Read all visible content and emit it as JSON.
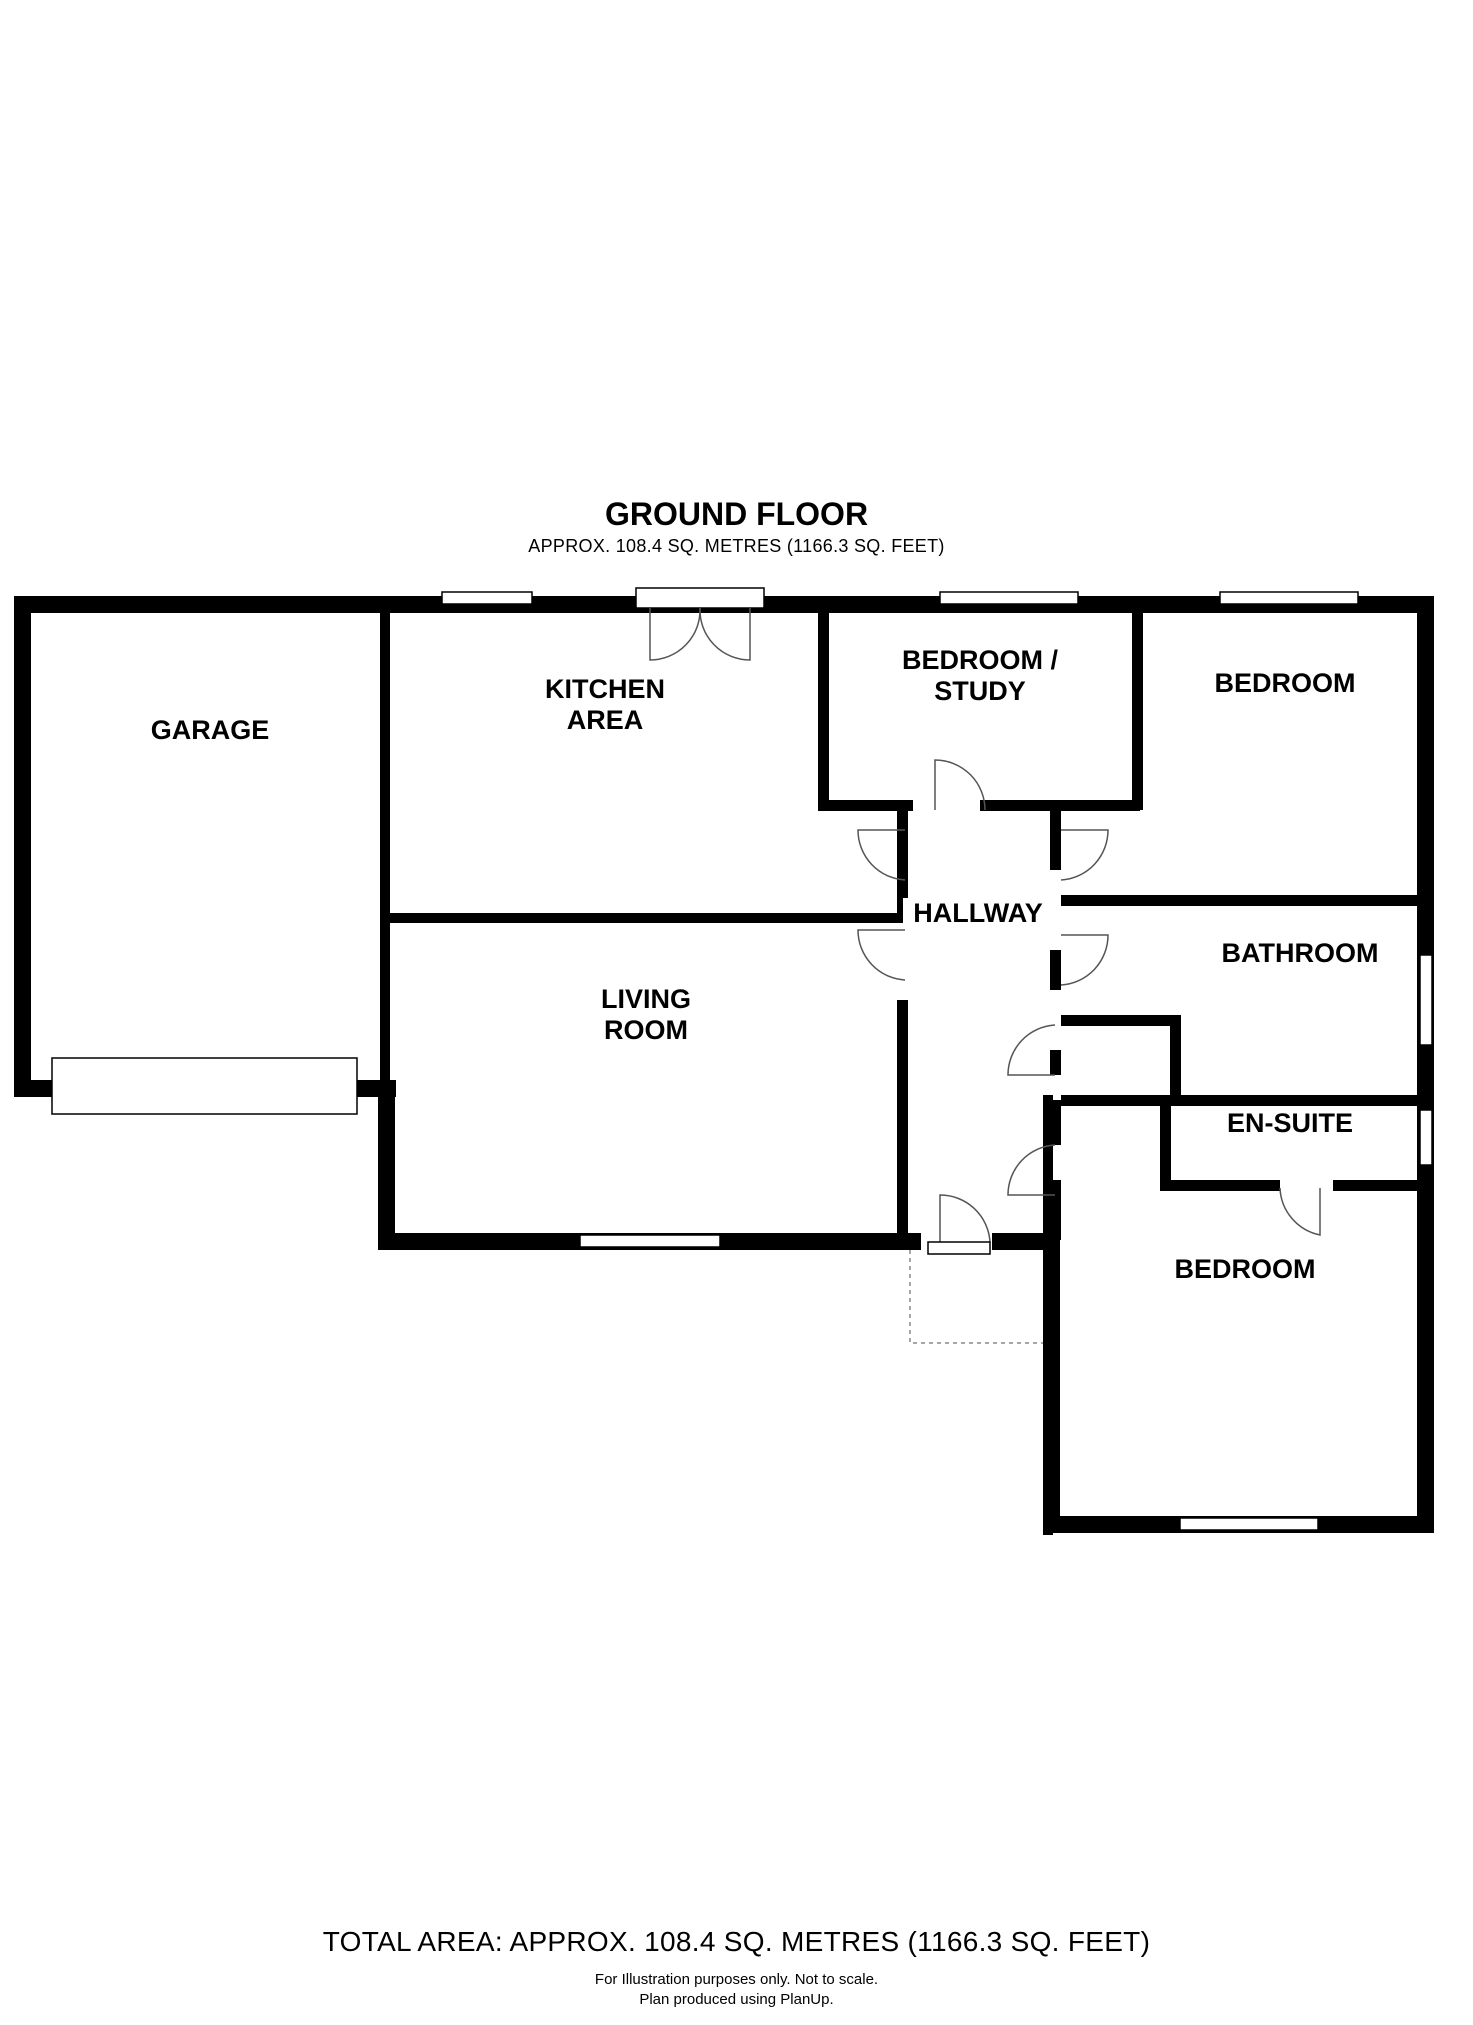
{
  "header": {
    "title": "GROUND FLOOR",
    "subtitle": "APPROX. 108.4 SQ. METRES (1166.3 SQ. FEET)"
  },
  "rooms": {
    "garage": "GARAGE",
    "kitchen_line1": "KITCHEN",
    "kitchen_line2": "AREA",
    "bedroom_study_line1": "BEDROOM /",
    "bedroom_study_line2": "STUDY",
    "bedroom_top": "BEDROOM",
    "hallway": "HALLWAY",
    "bathroom": "BATHROOM",
    "living_line1": "LIVING",
    "living_line2": "ROOM",
    "ensuite": "EN-SUITE",
    "bedroom_bottom": "BEDROOM"
  },
  "footer": {
    "total_area": "TOTAL AREA: APPROX. 108.4 SQ. METRES (1166.3 SQ. FEET)",
    "note_line1": "For Illustration purposes only. Not to scale.",
    "note_line2": "Plan produced using PlanUp."
  },
  "colors": {
    "wall": "#000000",
    "background": "#ffffff",
    "door_line": "#555555",
    "porch_dash": "#888888"
  }
}
